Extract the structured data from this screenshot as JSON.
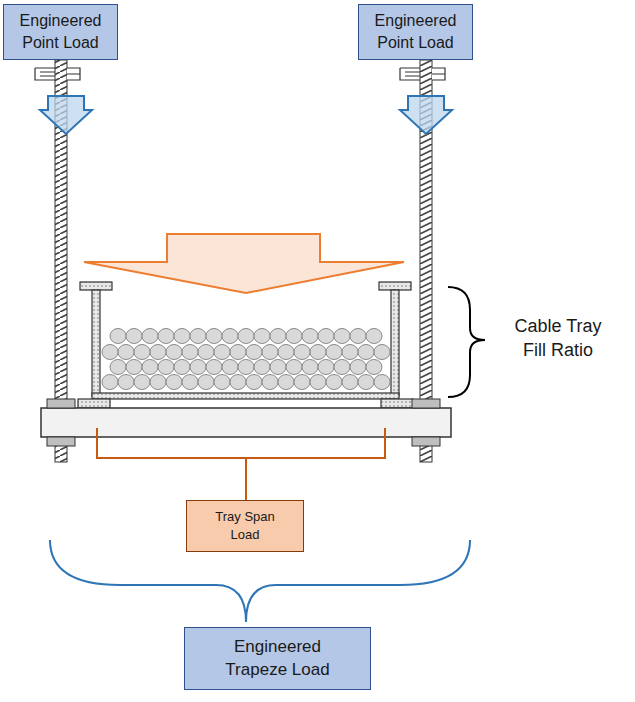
{
  "diagram": {
    "nodes": [
      {
        "text": [
          "Engineered Point Load"
        ]
      },
      {
        "text": [
          "Engineered Point Load"
        ]
      },
      {
        "text": [
          "Tray Span Load"
        ]
      },
      {
        "text": [
          "Engineered Trapeze Load"
        ]
      }
    ],
    "labels": [
      "Cable Tray Fill Ratio"
    ]
  }
}
